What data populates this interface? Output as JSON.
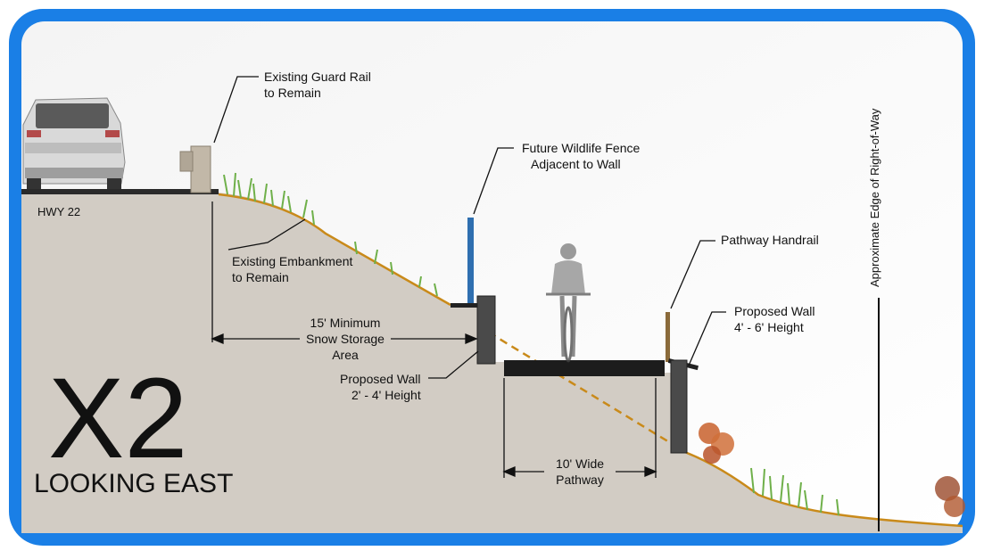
{
  "diagram": {
    "section_id": "X2",
    "view_direction": "LOOKING EAST",
    "road_label": "HWY 22",
    "callouts": {
      "guard_rail": [
        "Existing Guard Rail",
        "to Remain"
      ],
      "wildlife_fence": [
        "Future Wildlife Fence",
        "Adjacent to Wall"
      ],
      "handrail": [
        "Pathway Handrail"
      ],
      "embankment": [
        "Existing Embankment",
        "to Remain"
      ],
      "snow_storage": [
        "15' Minimum",
        "Snow Storage",
        "Area"
      ],
      "wall_small": [
        "Proposed Wall",
        "2' - 4' Height"
      ],
      "wall_large": [
        "Proposed Wall",
        "4' - 6' Height"
      ],
      "pathway_width": [
        "10' Wide",
        "Pathway"
      ],
      "right_of_way": [
        "Approximate Edge of Right-of-Way"
      ]
    },
    "icons": [
      "car-icon",
      "cyclist-icon",
      "guard-rail-post-icon",
      "shrub-icon"
    ],
    "colors": {
      "frame": "#1a7fe6",
      "ground": "#d2ccc4",
      "fence": "#2f6fb0",
      "embankment_line": "#c98a1a",
      "handrail": "#8a6a3a",
      "wall": "#4a4a4a",
      "vegetation": "#6fb04a",
      "shrub": "#c8602c"
    }
  }
}
